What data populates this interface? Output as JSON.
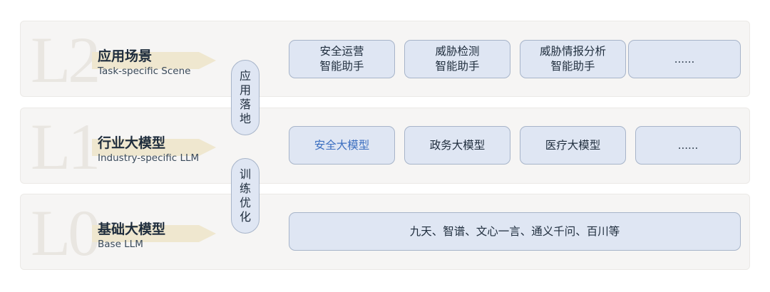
{
  "layers": [
    {
      "letter": "L2",
      "title": "应用场景",
      "subtitle": "Task-specific Scene",
      "boxes": [
        {
          "line1": "安全运营",
          "line2": "智能助手"
        },
        {
          "line1": "威胁检测",
          "line2": "智能助手"
        },
        {
          "line1": "威胁情报分析",
          "line2": "智能助手"
        },
        {
          "line1": "......",
          "line2": ""
        }
      ]
    },
    {
      "letter": "L1",
      "title": "行业大模型",
      "subtitle": "Industry-specific LLM",
      "boxes": [
        {
          "line1": "安全大模型",
          "line2": ""
        },
        {
          "line1": "政务大模型",
          "line2": ""
        },
        {
          "line1": "医疗大模型",
          "line2": ""
        },
        {
          "line1": "......",
          "line2": ""
        }
      ]
    },
    {
      "letter": "L0",
      "title": "基础大模型",
      "subtitle": "Base LLM",
      "boxes": [
        {
          "line1": "九天、智谱、文心一言、通义千问、百川等",
          "line2": ""
        }
      ]
    }
  ],
  "connectors": [
    {
      "chars": [
        "应",
        "用",
        "落",
        "地"
      ]
    },
    {
      "chars": [
        "训",
        "练",
        "优",
        "化"
      ]
    }
  ],
  "colors": {
    "box_fill": "#dfe6f3",
    "box_border": "#a7b4c9",
    "highlight_text": "#3c6fc0",
    "layer_bg": "#f6f5f4",
    "arrow_fill": "#efe7cf"
  }
}
